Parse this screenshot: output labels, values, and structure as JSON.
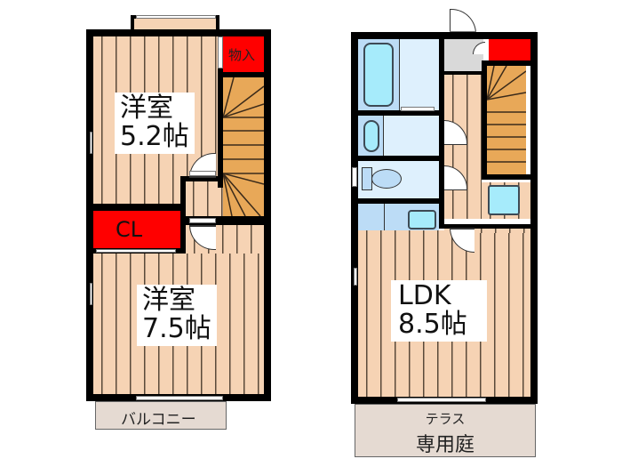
{
  "floor_plan": {
    "floor_2": {
      "rooms": [
        {
          "id": "western-room-upper",
          "name": "洋室",
          "size": "5.2帖"
        },
        {
          "id": "western-room-lower",
          "name": "洋室",
          "size": "7.5帖"
        }
      ],
      "storage": {
        "closet": "CL",
        "storage": "物入"
      },
      "balcony": "バルコニー"
    },
    "floor_1": {
      "rooms": [
        {
          "id": "ldk",
          "name": "LDK",
          "size": "8.5帖"
        }
      ],
      "terrace": {
        "line1": "テラス",
        "line2": "専用庭"
      }
    },
    "colors": {
      "floor": "#f6d3b4",
      "floor_line": "#5a4a3a",
      "storage": "#ff0000",
      "stairs": "#e8a858",
      "wet_area": "#bcdcf6",
      "wet_area_light": "#def0fd",
      "fixture": "#a6ebfb",
      "exterior": "#e5dad2",
      "entrance": "#d9d9d9",
      "wall": "#000000"
    }
  }
}
